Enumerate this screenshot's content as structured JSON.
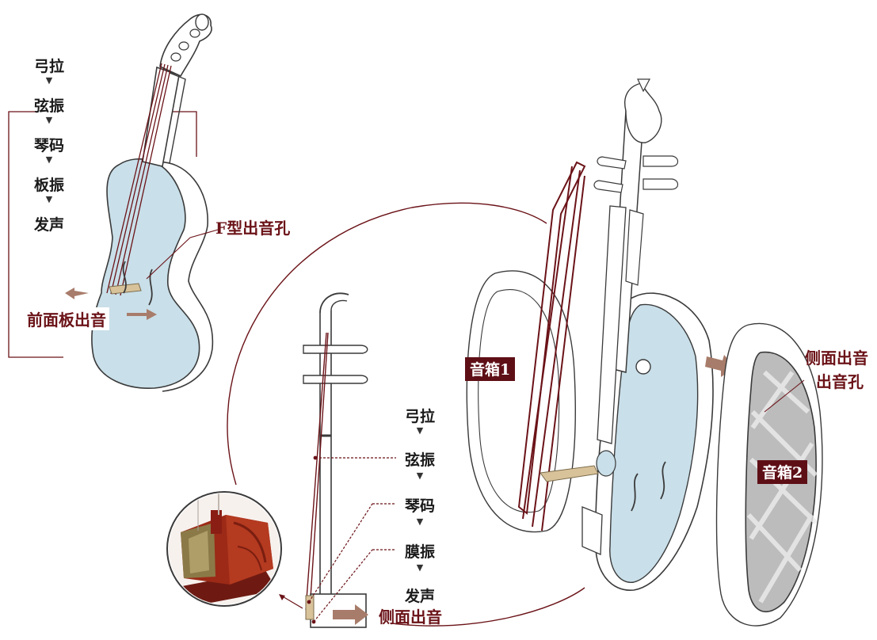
{
  "violin": {
    "flow_steps": [
      "弓拉",
      "弦振",
      "琴码",
      "板振",
      "发声"
    ],
    "f_hole_label": "F型出音孔",
    "front_sound_label": "前面板出音"
  },
  "erhu": {
    "flow_steps": [
      "弓拉",
      "弦振",
      "琴码",
      "膜振",
      "发声"
    ],
    "side_sound_label": "侧面出音"
  },
  "instrument3": {
    "box1_label": "音箱1",
    "box2_label": "音箱2",
    "side_sound_label": "侧面出音",
    "sound_hole_label": "出音孔"
  },
  "colors": {
    "accent": "#6b1318",
    "tag_bg": "#5e0f16",
    "soundboard": "#c9dfe9",
    "arrow": "#a87c6a",
    "bridge": "#d8c29a",
    "outline": "#3a3a3a"
  }
}
